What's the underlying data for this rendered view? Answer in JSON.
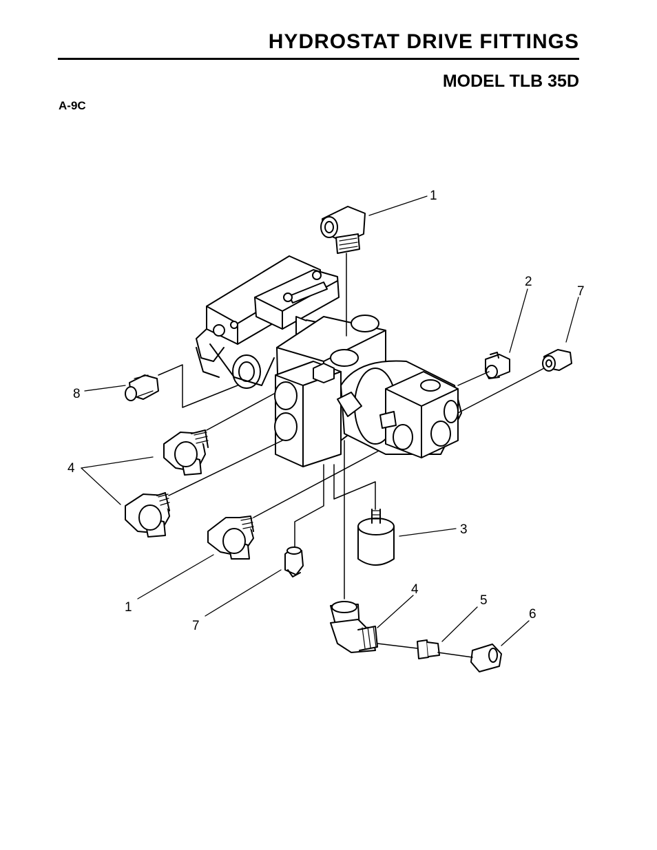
{
  "header": {
    "title": "HYDROSTAT DRIVE FITTINGS",
    "model": "MODEL TLB 35D",
    "figure_id": "A-9C"
  },
  "callouts": {
    "c1_top": "1",
    "c2": "2",
    "c7_right": "7",
    "c8": "8",
    "c4_left": "4",
    "c3": "3",
    "c1_bottom": "1",
    "c7_bottom": "7",
    "c4_bottom": "4",
    "c5": "5",
    "c6": "6"
  },
  "colors": {
    "ink": "#000000",
    "paper": "#ffffff",
    "shade": "#d8d8d8"
  }
}
